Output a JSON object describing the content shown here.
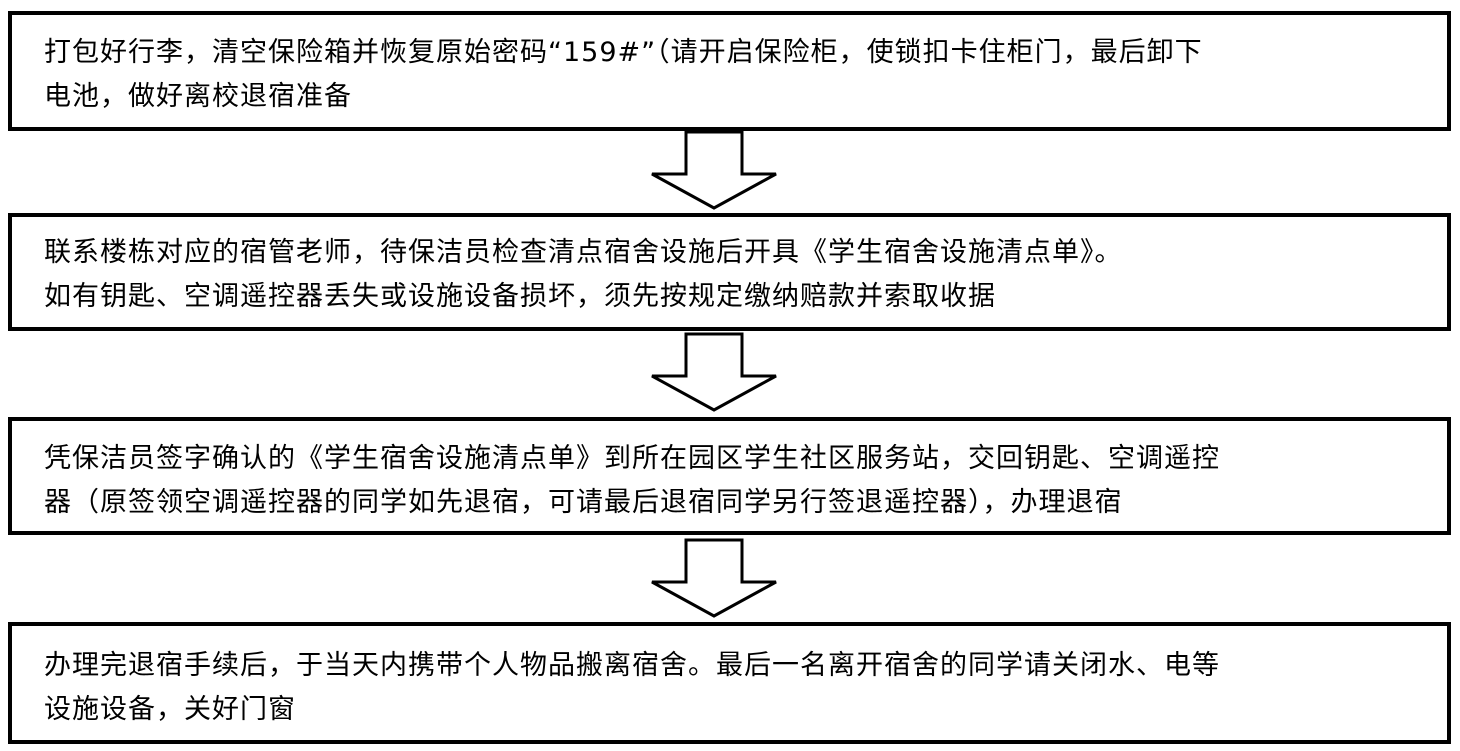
{
  "steps": [
    {
      "lines": [
        "打包好行李，清空保险箱并恢复原始密码“159#”（请开启保险柜，使锁扣卡住柜门，最后卸下",
        "电池，做好离校退宿准备"
      ]
    },
    {
      "lines": [
        "联系楼栋对应的宿管老师，待保洁员检查清点宿舍设施后开具《学生宿舍设施清点单》。",
        "如有钥匙、空调遥控器丢失或设施设备损坏，须先按规定缴纳赔款并索取收据"
      ]
    },
    {
      "lines": [
        "凭保洁员签字确认的《学生宿舍设施清点单》到所在园区学生社区服务站，交回钥匙、空调遥控",
        "器（原签领空调遥控器的同学如先退宿，可请最后退宿同学另行签退遥控器），办理退宿"
      ]
    },
    {
      "lines": [
        "办理完退宿手续后，于当天内携带个人物品搬离宿舍。最后一名离开宿舍的同学请关闭水、电等",
        "设施设备，关好门窗"
      ]
    }
  ]
}
